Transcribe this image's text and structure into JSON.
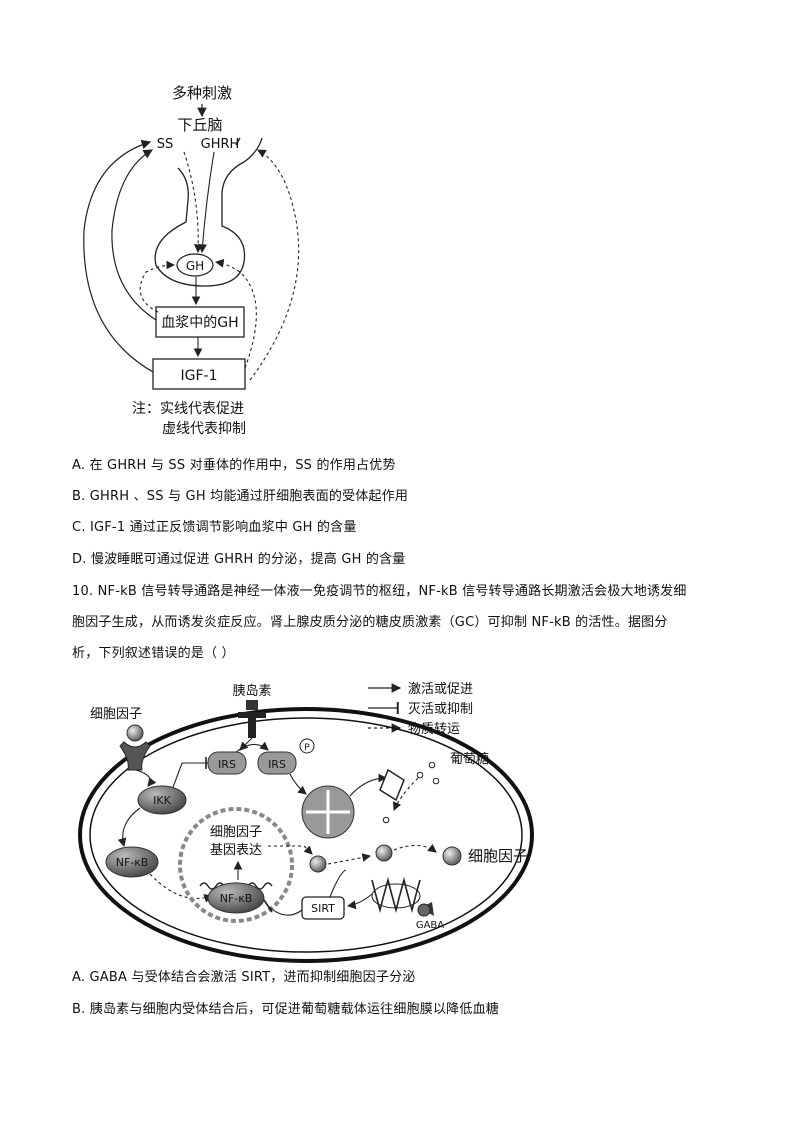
{
  "figure1": {
    "stimulus": "多种刺激",
    "hypothalamus": "下丘脑",
    "ss": "SS",
    "ghrh": "GHRH",
    "gh": "GH",
    "plasma_gh": "血浆中的GH",
    "igf1": "IGF-1",
    "note_line1": "注：实线代表促进",
    "note_line2": "虚线代表抑制"
  },
  "q9_options": [
    "A.  在 GHRH 与 SS 对垂体的作用中，SS 的作用占优势",
    "B. GHRH 、SS 与 GH 均能通过肝细胞表面的受体起作用",
    "C. IGF-1 通过正反馈调节影响血浆中  GH 的含量",
    "D.  慢波睡眠可通过促进  GHRH 的分泌，提高  GH 的含量"
  ],
  "q10": {
    "line1": "10. NF-kB 信号转导通路是神经一体液一免疫调节的枢纽，NF-kB 信号转导通路长期激活会极大地诱发细",
    "line2": "胞因子生成，从而诱发炎症反应。肾上腺皮质分泌的糖皮质激素（GC）可抑制  NF-kB 的活性。据图分",
    "line3": "析，下列叙述错误的是（        ）"
  },
  "figure2": {
    "insulin": "胰岛素",
    "cytokine_top": "细胞因子",
    "legend_activate": "激活或促进",
    "legend_inhibit": "灭活或抑制",
    "legend_transport": "物质转运",
    "irs1": "IRS",
    "irs2": "IRS",
    "p": "P",
    "glucose": "葡萄糖",
    "ikk": "IKK",
    "nfkb_left": "NF-κB",
    "nucleus_line1": "细胞因子",
    "nucleus_line2": "基因表达",
    "nfkb_nucleus": "NF-κB",
    "sirt": "SIRT",
    "cytokine_right": "细胞因子",
    "gaba": "GABA"
  },
  "q10_options": [
    "A. GABA 与受体结合会激活  SIRT，进而抑制细胞因子分泌",
    "B.  胰岛素与细胞内受体结合后，可促进葡萄糖载体运往细胞膜以降低血糖"
  ]
}
